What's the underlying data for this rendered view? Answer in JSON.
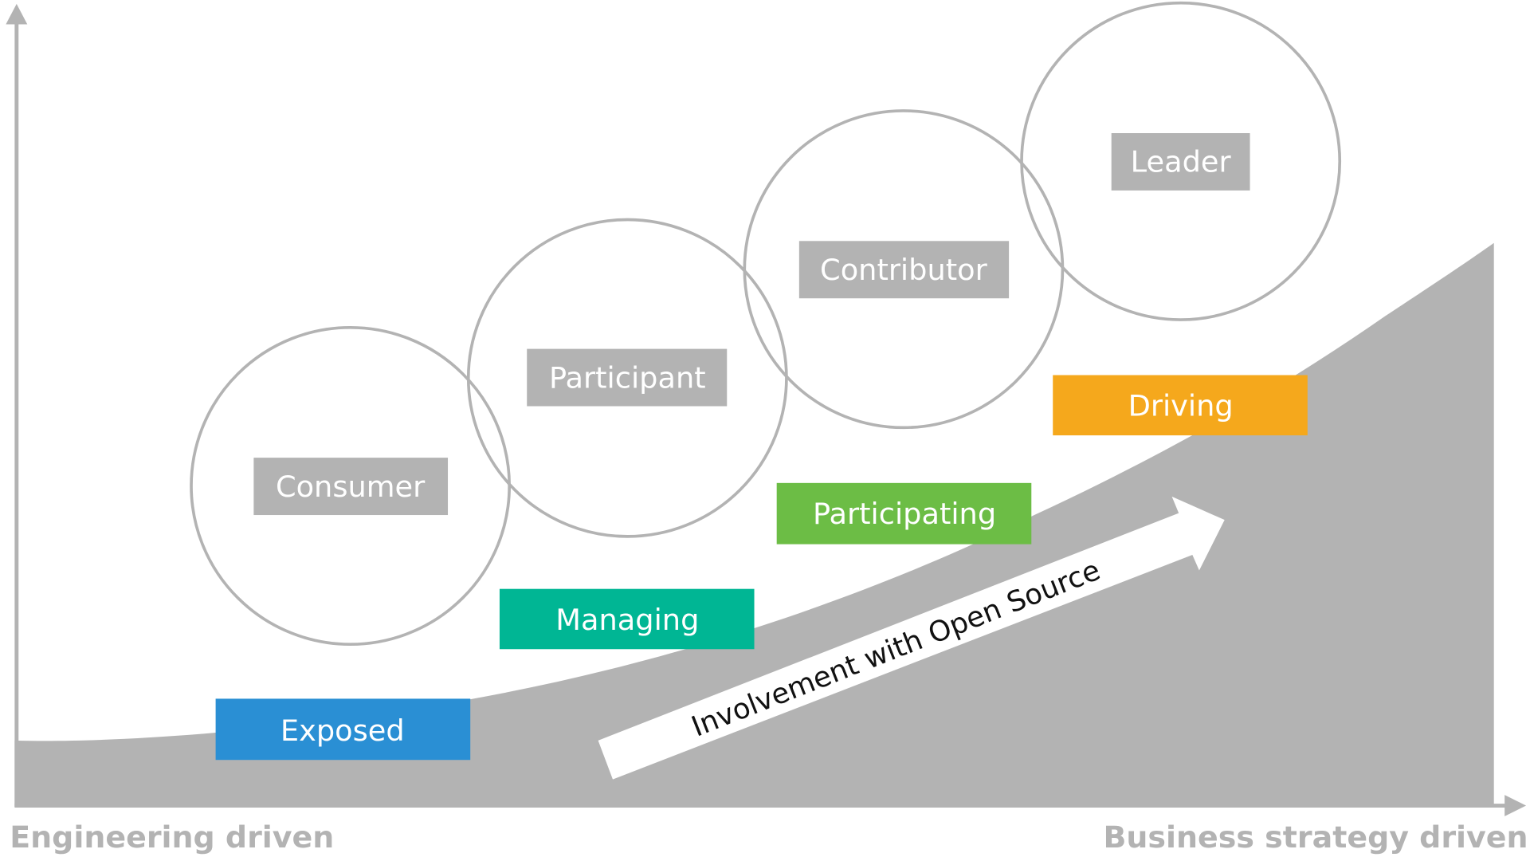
{
  "roles": [
    {
      "label": "Consumer",
      "color": "#b3b3b3"
    },
    {
      "label": "Participant",
      "color": "#b3b3b3"
    },
    {
      "label": "Contributor",
      "color": "#b3b3b3"
    },
    {
      "label": "Leader",
      "color": "#b3b3b3"
    }
  ],
  "stages": [
    {
      "label": "Exposed",
      "color": "#2a8fd4"
    },
    {
      "label": "Managing",
      "color": "#00b694"
    },
    {
      "label": "Participating",
      "color": "#6cbd45"
    },
    {
      "label": "Driving",
      "color": "#f5a81c"
    }
  ],
  "arrow_label": "Involvement with Open Source",
  "x_axis": {
    "left_label": "Engineering driven",
    "right_label": "Business strategy driven"
  },
  "colors": {
    "area": "#b3b3b3",
    "axis": "#b3b3b3",
    "circle": "#b3b3b3"
  }
}
